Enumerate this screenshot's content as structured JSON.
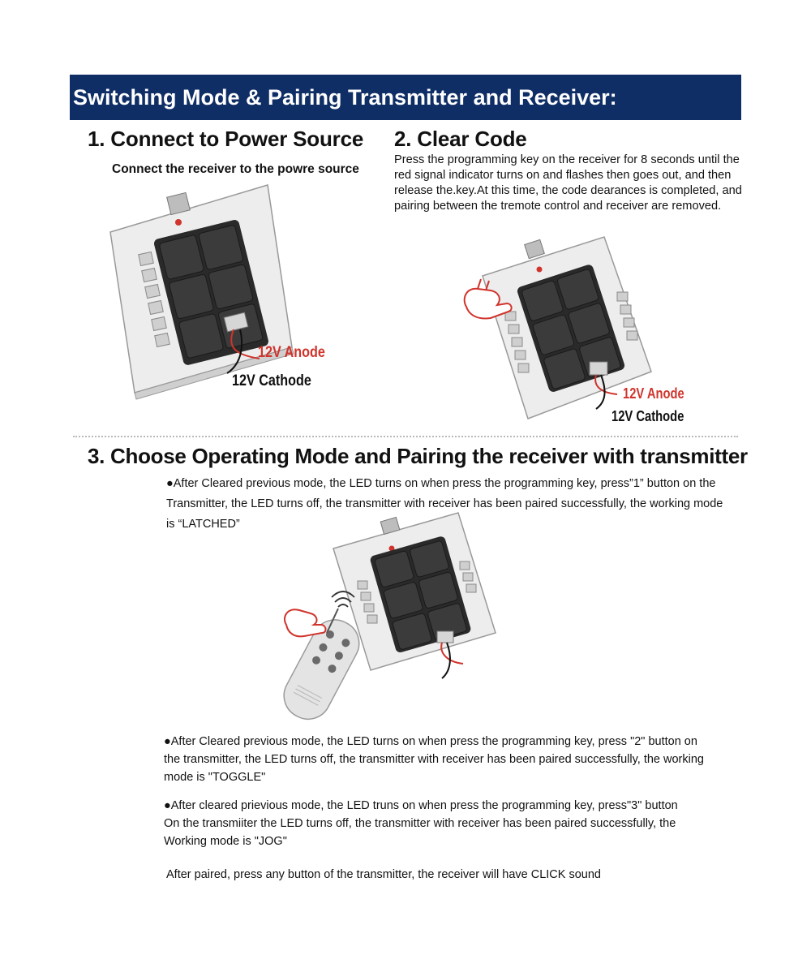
{
  "banner": {
    "title": "Switching Mode & Pairing Transmitter and Receiver:"
  },
  "step1": {
    "heading": "1. Connect to Power Source",
    "subtitle": "Connect the receiver to the powre source",
    "anode_label": "12V Anode",
    "cathode_label": "12V Cathode"
  },
  "step2": {
    "heading": "2. Clear Code",
    "lines": [
      "Press the programming key on the receiver for 8 seconds until the",
      "red signal indicator turns on and flashes then goes out, and then",
      "release the.key.At this time, the code dearances is completed, and",
      "pairing between the tremote control and receiver are removed."
    ],
    "anode_label": "12V Anode",
    "cathode_label": "12V Cathode"
  },
  "step3": {
    "heading": "3. Choose Operating Mode and Pairing the receiver with transmitter",
    "latched": [
      "●After Cleared previous mode, the LED turns on when press the programming key, press”1” button on the",
      "Transmitter, the LED turns off, the transmitter with receiver has been paired successfully, the working mode",
      "is “LATCHED”"
    ],
    "toggle": [
      "●After Cleared previous mode, the LED turns on when press the programming key, press \"2\" button on",
      "the transmitter, the LED turns off, the transmitter with receiver has been paired successfully, the working",
      "mode is \"TOGGLE\""
    ],
    "jog": [
      "●After cleared prievious mode, the LED truns on when press the programming key, press\"3\" button",
      "On the transmiiter the LED turns off, the transmitter with receiver has been paired successfully, the",
      "Working mode is \"JOG\""
    ],
    "footer": "After paired, press any button of the transmitter, the receiver will have CLICK sound"
  },
  "colors": {
    "banner": "#0f2e66",
    "anode": "#d0342c",
    "cathode": "#111111"
  }
}
